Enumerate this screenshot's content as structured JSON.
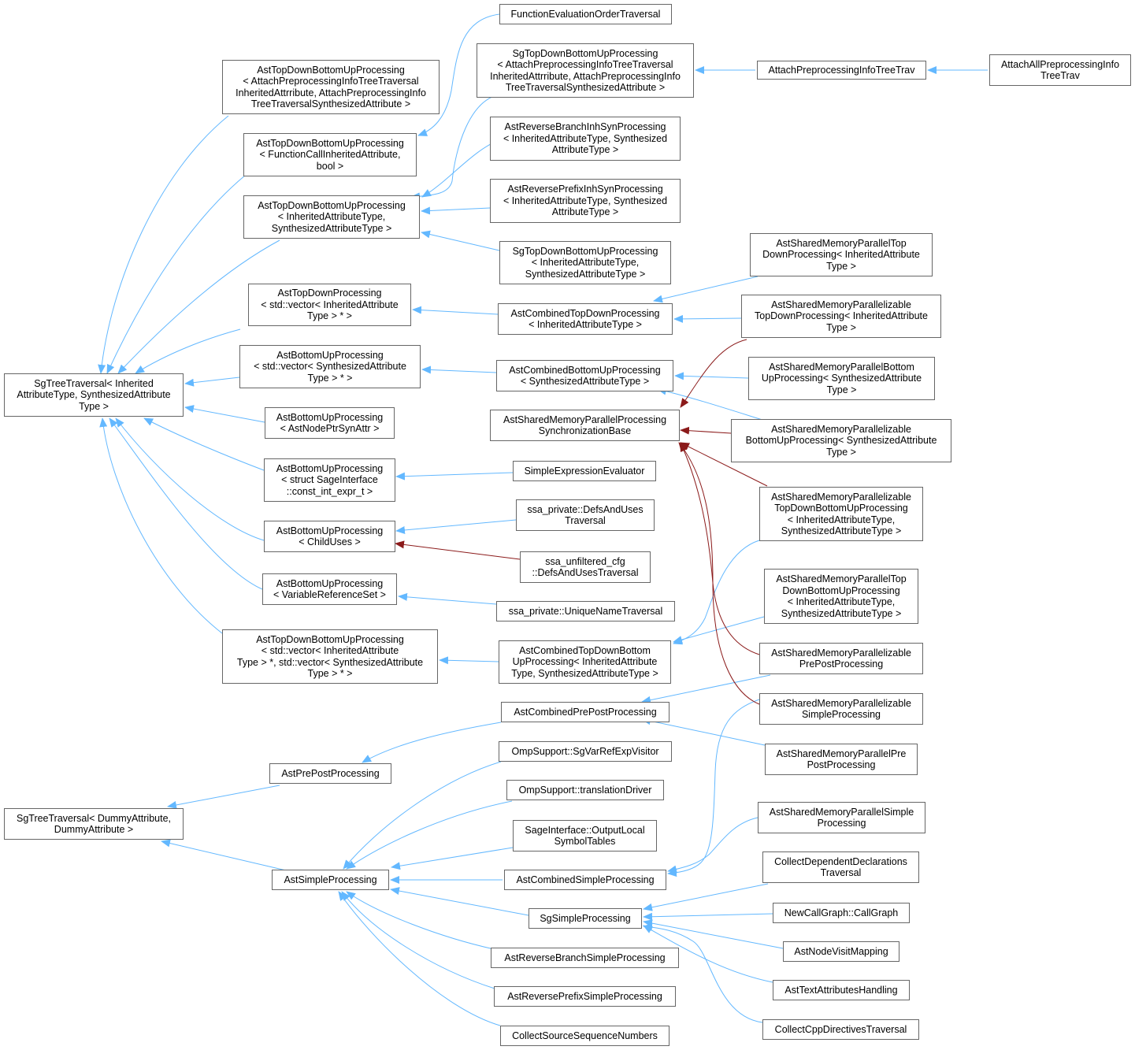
{
  "colors": {
    "inherit_edge": "#63b8ff",
    "protected_edge": "#8b1a1a",
    "node_border": "#666666",
    "text": "#000000",
    "background": "#ffffff"
  },
  "nodes": [
    {
      "id": "fe_order",
      "lines": [
        "FunctionEvaluationOrderTraversal"
      ]
    },
    {
      "id": "sg_tdbu_attach",
      "lines": [
        "SgTopDownBottomUpProcessing",
        "< AttachPreprocessingInfoTreeTraversal",
        "InheritedAttrribute, AttachPreprocessingInfo",
        "TreeTraversalSynthesizedAttribute >"
      ]
    },
    {
      "id": "attach_trav",
      "lines": [
        "AttachPreprocessingInfoTreeTrav"
      ]
    },
    {
      "id": "attach_all",
      "lines": [
        "AttachAllPreprocessingInfo",
        "TreeTrav"
      ]
    },
    {
      "id": "ast_tdbu_attach",
      "lines": [
        "AstTopDownBottomUpProcessing",
        "< AttachPreprocessingInfoTreeTraversal",
        "InheritedAttrribute, AttachPreprocessingInfo",
        "TreeTraversalSynthesizedAttribute >"
      ]
    },
    {
      "id": "ast_tdbu_funccall",
      "lines": [
        "AstTopDownBottomUpProcessing",
        "< FunctionCallInheritedAttribute,",
        "bool >"
      ]
    },
    {
      "id": "ast_rev_branch_inhsyn",
      "lines": [
        "AstReverseBranchInhSynProcessing",
        "< InheritedAttributeType, Synthesized",
        "AttributeType >"
      ]
    },
    {
      "id": "ast_tdbu_generic",
      "lines": [
        "AstTopDownBottomUpProcessing",
        "< InheritedAttributeType,",
        "SynthesizedAttributeType >"
      ]
    },
    {
      "id": "ast_rev_prefix_inhsyn",
      "lines": [
        "AstReversePrefixInhSynProcessing",
        "< InheritedAttributeType, Synthesized",
        "AttributeType >"
      ]
    },
    {
      "id": "sg_tdbu_generic",
      "lines": [
        "SgTopDownBottomUpProcessing",
        "< InheritedAttributeType,",
        "SynthesizedAttributeType >"
      ]
    },
    {
      "id": "smp_td",
      "lines": [
        "AstSharedMemoryParallelTop",
        "DownProcessing< InheritedAttribute",
        "Type >"
      ]
    },
    {
      "id": "ast_td_vector",
      "lines": [
        "AstTopDownProcessing",
        "< std::vector< InheritedAttribute",
        "Type > * >"
      ]
    },
    {
      "id": "comb_td",
      "lines": [
        "AstCombinedTopDownProcessing",
        "< InheritedAttributeType >"
      ]
    },
    {
      "id": "smp_par_td",
      "lines": [
        "AstSharedMemoryParallelizable",
        "TopDownProcessing< InheritedAttribute",
        "Type >"
      ]
    },
    {
      "id": "ast_bu_vector",
      "lines": [
        "AstBottomUpProcessing",
        "< std::vector< SynthesizedAttribute",
        "Type > * >"
      ]
    },
    {
      "id": "comb_bu",
      "lines": [
        "AstCombinedBottomUpProcessing",
        "< SynthesizedAttributeType >"
      ]
    },
    {
      "id": "smp_bu",
      "lines": [
        "AstSharedMemoryParallelBottom",
        "UpProcessing< SynthesizedAttribute",
        "Type >"
      ]
    },
    {
      "id": "sg_tree_inh",
      "lines": [
        "SgTreeTraversal< Inherited",
        "AttributeType, SynthesizedAttribute",
        "Type >"
      ]
    },
    {
      "id": "ast_bu_nodeptr",
      "lines": [
        "AstBottomUpProcessing",
        "< AstNodePtrSynAttr >"
      ]
    },
    {
      "id": "smp_sync",
      "lines": [
        "AstSharedMemoryParallelProcessing",
        "SynchronizationBase"
      ]
    },
    {
      "id": "smp_par_bu",
      "lines": [
        "AstSharedMemoryParallelizable",
        "BottomUpProcessing< SynthesizedAttribute",
        "Type >"
      ]
    },
    {
      "id": "ast_bu_constint",
      "lines": [
        "AstBottomUpProcessing",
        "< struct SageInterface",
        "::const_int_expr_t >"
      ]
    },
    {
      "id": "simple_expr",
      "lines": [
        "SimpleExpressionEvaluator"
      ]
    },
    {
      "id": "smp_par_tdbu",
      "lines": [
        "AstSharedMemoryParallelizable",
        "TopDownBottomUpProcessing",
        "< InheritedAttributeType,",
        "SynthesizedAttributeType >"
      ]
    },
    {
      "id": "ssa_defs",
      "lines": [
        "ssa_private::DefsAndUses",
        "Traversal"
      ]
    },
    {
      "id": "ast_bu_childuses",
      "lines": [
        "AstBottomUpProcessing",
        "< ChildUses >"
      ]
    },
    {
      "id": "ssa_unf",
      "lines": [
        "ssa_unfiltered_cfg",
        "::DefsAndUsesTraversal"
      ]
    },
    {
      "id": "smp_tdbu",
      "lines": [
        "AstSharedMemoryParallelTop",
        "DownBottomUpProcessing",
        "< InheritedAttributeType,",
        "SynthesizedAttributeType >"
      ]
    },
    {
      "id": "ast_bu_varref",
      "lines": [
        "AstBottomUpProcessing",
        "< VariableReferenceSet >"
      ]
    },
    {
      "id": "ssa_unique",
      "lines": [
        "ssa_private::UniqueNameTraversal"
      ]
    },
    {
      "id": "ast_tdbu_vector",
      "lines": [
        "AstTopDownBottomUpProcessing",
        "< std::vector< InheritedAttribute",
        "Type > *, std::vector< SynthesizedAttribute",
        "Type > * >"
      ]
    },
    {
      "id": "comb_tdbu",
      "lines": [
        "AstCombinedTopDownBottom",
        "UpProcessing< InheritedAttribute",
        "Type, SynthesizedAttributeType >"
      ]
    },
    {
      "id": "smp_par_prepost",
      "lines": [
        "AstSharedMemoryParallelizable",
        "PrePostProcessing"
      ]
    },
    {
      "id": "comb_prepost",
      "lines": [
        "AstCombinedPrePostProcessing"
      ]
    },
    {
      "id": "smp_par_simple",
      "lines": [
        "AstSharedMemoryParallelizable",
        "SimpleProcessing"
      ]
    },
    {
      "id": "omp_varref",
      "lines": [
        "OmpSupport::SgVarRefExpVisitor"
      ]
    },
    {
      "id": "smp_prepost",
      "lines": [
        "AstSharedMemoryParallelPre",
        "PostProcessing"
      ]
    },
    {
      "id": "ast_prepost",
      "lines": [
        "AstPrePostProcessing"
      ]
    },
    {
      "id": "omp_trans",
      "lines": [
        "OmpSupport::translationDriver"
      ]
    },
    {
      "id": "sg_tree_dummy",
      "lines": [
        "SgTreeTraversal< DummyAttribute,",
        "DummyAttribute >"
      ]
    },
    {
      "id": "smp_simple",
      "lines": [
        "AstSharedMemoryParallelSimple",
        "Processing"
      ]
    },
    {
      "id": "sage_output",
      "lines": [
        "SageInterface::OutputLocal",
        "SymbolTables"
      ]
    },
    {
      "id": "collect_dep",
      "lines": [
        "CollectDependentDeclarations",
        "Traversal"
      ]
    },
    {
      "id": "ast_simple",
      "lines": [
        "AstSimpleProcessing"
      ]
    },
    {
      "id": "comb_simple",
      "lines": [
        "AstCombinedSimpleProcessing"
      ]
    },
    {
      "id": "newcallgraph",
      "lines": [
        "NewCallGraph::CallGraph"
      ]
    },
    {
      "id": "sg_simple",
      "lines": [
        "SgSimpleProcessing"
      ]
    },
    {
      "id": "ast_node_visit",
      "lines": [
        "AstNodeVisitMapping"
      ]
    },
    {
      "id": "rev_branch_simple",
      "lines": [
        "AstReverseBranchSimpleProcessing"
      ]
    },
    {
      "id": "text_attr",
      "lines": [
        "AstTextAttributesHandling"
      ]
    },
    {
      "id": "rev_prefix_simple",
      "lines": [
        "AstReversePrefixSimpleProcessing"
      ]
    },
    {
      "id": "collect_cpp",
      "lines": [
        "CollectCppDirectivesTraversal"
      ]
    },
    {
      "id": "collect_src",
      "lines": [
        "CollectSourceSequenceNumbers"
      ]
    }
  ]
}
